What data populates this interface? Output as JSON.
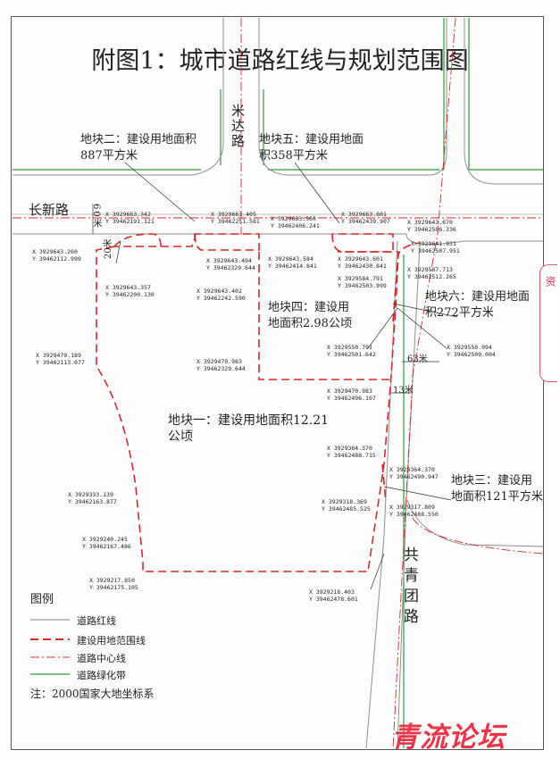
{
  "title": "附图1：城市道路红线与规划范围图",
  "roads": {
    "changxin": "长新路",
    "mida": "米达路",
    "gongqingtuan": "共青团路"
  },
  "parcels": {
    "p1": {
      "line1": "地块一：建设用地面积12.21",
      "line2": "公顷"
    },
    "p2": {
      "line1": "地块二：建设用地面积",
      "line2": "887平方米"
    },
    "p3": {
      "line1": "地块三：建设用",
      "line2": "地面积121平方米"
    },
    "p4": {
      "line1": "地块四：建设用",
      "line2": "地面积2.98公顷"
    },
    "p5": {
      "line1": "地块五：建设用地面",
      "line2": "积358平方米"
    },
    "p6": {
      "line1": "地块六：建设用地面",
      "line2": "积272平方米"
    }
  },
  "dimensions": {
    "d60": "60米",
    "d20": "20米",
    "d63": "63米",
    "d13": "13米"
  },
  "coordinates": [
    {
      "x": "X 3929663.342",
      "y": "Y 39462191.121"
    },
    {
      "x": "X 3929663.405",
      "y": "Y 39462251.581"
    },
    {
      "x": "X 3929663.566",
      "y": "Y 39462406.241"
    },
    {
      "x": "X 3929663.601",
      "y": "Y 39462439.907"
    },
    {
      "x": "X 3929643.670",
      "y": "Y 39462506.336"
    },
    {
      "x": "X 3929641.931",
      "y": "Y 39462507.951"
    },
    {
      "x": "X 3929643.260",
      "y": "Y 39462112.999"
    },
    {
      "x": "X 3929643.494",
      "y": "Y 39462329.644"
    },
    {
      "x": "X 3929643.584",
      "y": "Y 39462414.841"
    },
    {
      "x": "X 3929643.601",
      "y": "Y 39462430.841"
    },
    {
      "x": "X 3929587.713",
      "y": "Y 39462512.265"
    },
    {
      "x": "X 3929584.791",
      "y": "Y 39462503.999"
    },
    {
      "x": "X 3929643.357",
      "y": "Y 39462200.130"
    },
    {
      "x": "X 3929643.402",
      "y": "Y 39462242.590"
    },
    {
      "x": "X 3929550.791",
      "y": "Y 39462501.642"
    },
    {
      "x": "X 3929550.094",
      "y": "Y 39462509.004"
    },
    {
      "x": "X 3929479.189",
      "y": "Y 39462113.077"
    },
    {
      "x": "X 3929470.983",
      "y": "Y 39462329.644"
    },
    {
      "x": "X 3929470.983",
      "y": "Y 39462496.107"
    },
    {
      "x": "X 3929364.370",
      "y": "Y 39462488.715"
    },
    {
      "x": "X 3929364.370",
      "y": "Y 39462490.947"
    },
    {
      "x": "X 3929333.139",
      "y": "Y 39462163.877"
    },
    {
      "x": "X 3929318.369",
      "y": "Y 39462485.525"
    },
    {
      "x": "X 3929317.809",
      "y": "Y 39462488.550"
    },
    {
      "x": "X 3929240.245",
      "y": "Y 39462167.486"
    },
    {
      "x": "X 3929217.850",
      "y": "Y 39462175.105"
    },
    {
      "x": "X 3929218.403",
      "y": "Y 39462478.601"
    }
  ],
  "legend": {
    "title": "图例",
    "items": [
      {
        "label": "道路红线",
        "color": "#9a9a9a",
        "style": "solid"
      },
      {
        "label": "建设用地范围线",
        "color": "#d42a2a",
        "style": "dashed"
      },
      {
        "label": "道路中心线",
        "color": "#d42a2a",
        "style": "dashdot"
      },
      {
        "label": "道路绿化带",
        "color": "#2f9a3c",
        "style": "solid"
      }
    ]
  },
  "note": "注：2000国家大地坐标系",
  "watermark": "青流论坛",
  "side_tab": "资"
}
